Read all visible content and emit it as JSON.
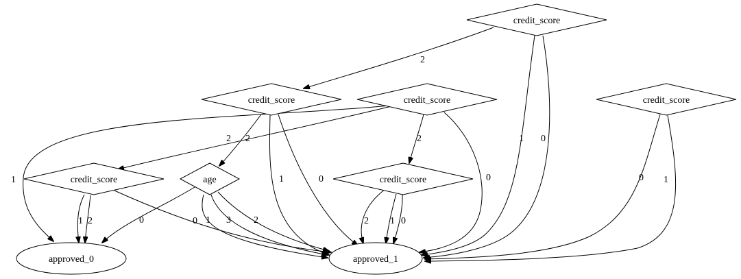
{
  "nodes": {
    "cs_top": "credit_score",
    "cs_mid_left": "credit_score",
    "cs_mid_center": "credit_score",
    "cs_mid_right": "credit_score",
    "cs_low_left": "credit_score",
    "age": "age",
    "cs_low_center": "credit_score",
    "approved_0": "approved_0",
    "approved_1": "approved_1"
  },
  "edges": {
    "cs_top_to_cs_mid_left": "2",
    "cs_top_to_approved_1_a": "1",
    "cs_top_to_approved_1_b": "0",
    "cs_mid_left_to_cs_low_left": "2",
    "cs_mid_left_to_age": "2",
    "cs_mid_left_to_approved_1_a": "1",
    "cs_mid_left_to_approved_1_b": "0",
    "cs_mid_center_to_approved_0": "1",
    "cs_mid_center_to_cs_low_center": "2",
    "cs_mid_center_to_approved_1": "0",
    "cs_mid_right_to_approved_1_a": "0",
    "cs_mid_right_to_approved_1_b": "1",
    "cs_low_left_to_approved_0_a": "1",
    "cs_low_left_to_approved_0_b": "2",
    "cs_low_left_to_approved_1": "0",
    "age_to_approved_0": "0",
    "age_to_approved_1_a": "1",
    "age_to_approved_1_b": "3",
    "age_to_approved_1_c": "2",
    "cs_low_center_to_approved_1_a": "2",
    "cs_low_center_to_approved_1_b": "1",
    "cs_low_center_to_approved_1_c": "0"
  }
}
